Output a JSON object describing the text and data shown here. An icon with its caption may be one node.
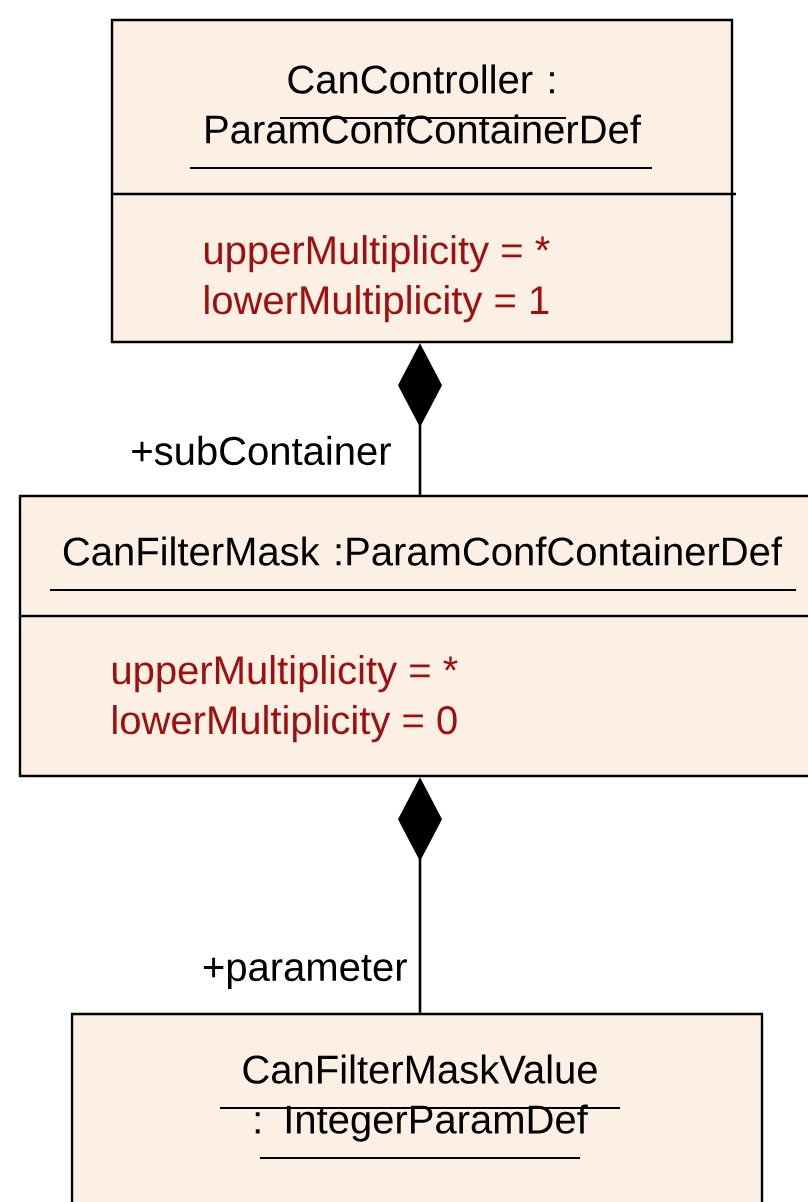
{
  "diagram": {
    "nodes": [
      {
        "text": [
          "CanController : ParamConfContainerDef",
          "upperMultiplicity = *",
          "lowerMultiplicity = 1"
        ]
      },
      {
        "text": [
          "CanFilterMask :ParamConfContainerDef",
          "upperMultiplicity = *",
          "lowerMultiplicity = 0"
        ]
      },
      {
        "text": [
          "CanFilterMaskValue : IntegerParamDef"
        ]
      }
    ],
    "edges": [
      {
        "from": 0,
        "to": 1,
        "arrow": "other",
        "label": "+subContainer"
      },
      {
        "from": 1,
        "to": 2,
        "arrow": "other",
        "label": "+parameter"
      }
    ]
  }
}
